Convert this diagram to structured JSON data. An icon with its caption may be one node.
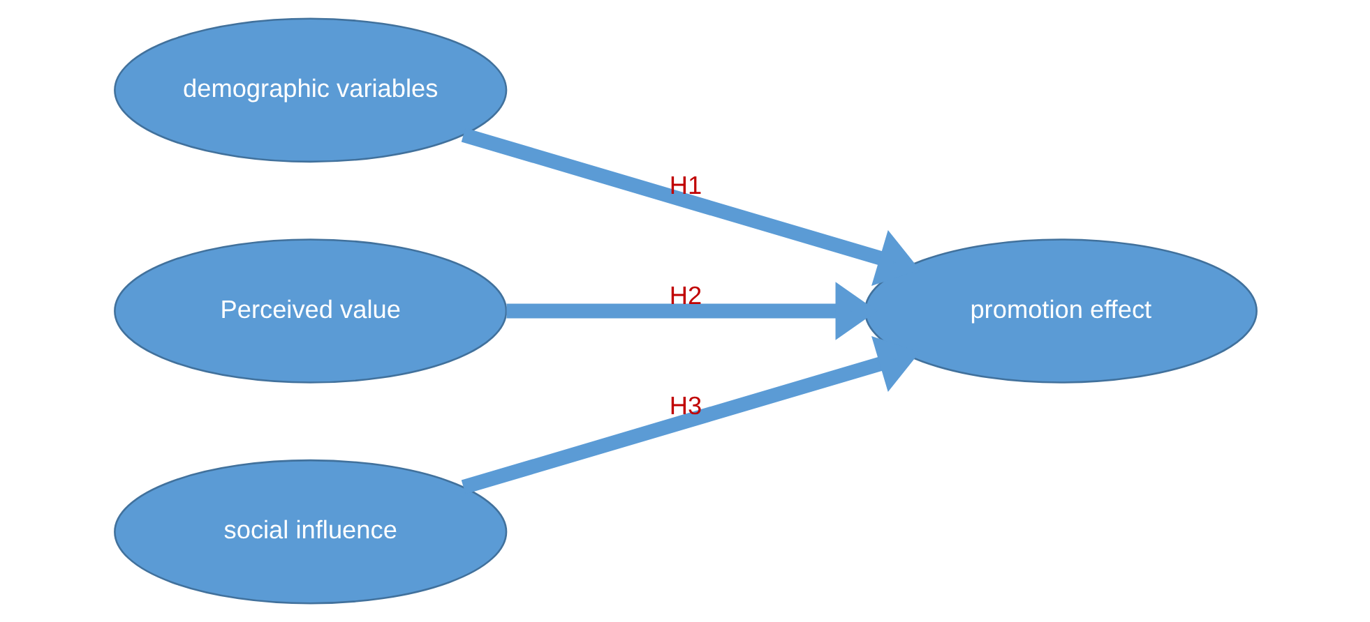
{
  "diagram": {
    "nodes": [
      {
        "text": [
          "demographic variables"
        ]
      },
      {
        "text": [
          "Perceived value"
        ]
      },
      {
        "text": [
          "social influence"
        ]
      },
      {
        "text": [
          "promotion effect"
        ]
      }
    ],
    "edges": [
      {
        "from": 0,
        "to": 3,
        "arrow": "to",
        "label": "H1"
      },
      {
        "from": 1,
        "to": 3,
        "arrow": "to",
        "label": "H2"
      },
      {
        "from": 2,
        "to": 3,
        "arrow": "to",
        "label": "H3"
      }
    ]
  }
}
